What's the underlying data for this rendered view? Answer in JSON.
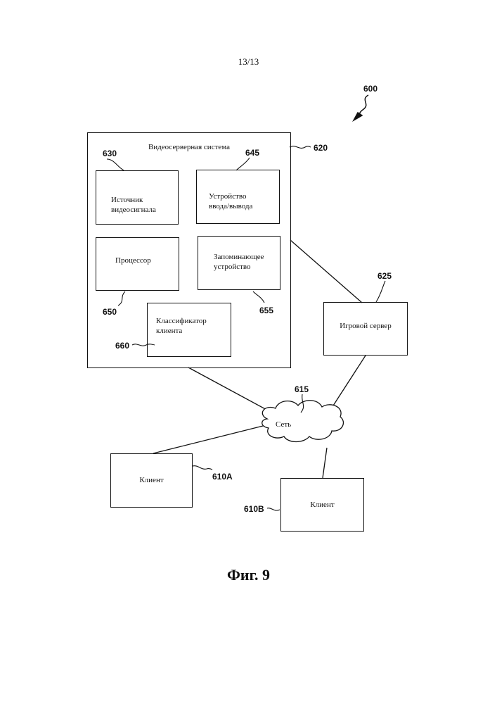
{
  "page": {
    "number": "13/13",
    "caption": "Фиг. 9"
  },
  "diagram": {
    "figure_ref": "600",
    "video_server_system": {
      "ref": "620",
      "title": "Видеосерверная система",
      "video_source": {
        "ref": "630",
        "label": "Источник\nвидеосигнала"
      },
      "io_device": {
        "ref": "645",
        "label": "Устройство\nввода/вывода"
      },
      "processor": {
        "ref": "650",
        "label": "Процессор"
      },
      "storage": {
        "ref": "655",
        "label": "Запоминающее\nустройство"
      },
      "client_qualifier": {
        "ref": "660",
        "label": "Классификатор\nклиента"
      }
    },
    "game_server": {
      "ref": "625",
      "label": "Игровой сервер"
    },
    "network": {
      "ref": "615",
      "label": "Сеть"
    },
    "client_a": {
      "ref": "610A",
      "label": "Клиент"
    },
    "client_b": {
      "ref": "610B",
      "label": "Клиент"
    }
  }
}
